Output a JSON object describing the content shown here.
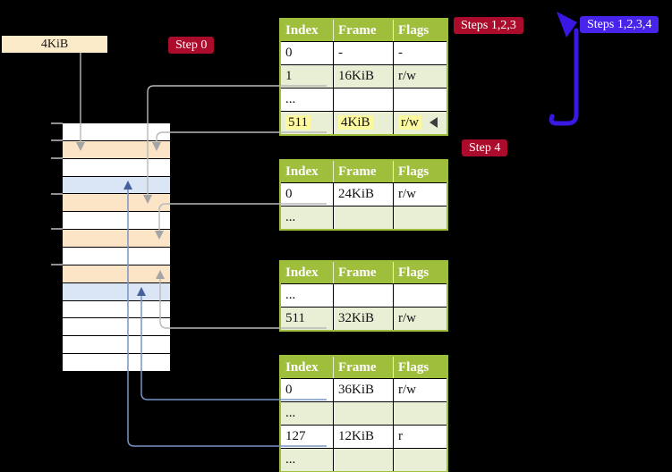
{
  "title": "Page table translation diagram",
  "page_size_label": "4KiB",
  "step_labels": {
    "step0": "Step 0",
    "steps123": "Steps 1,2,3",
    "steps1234": "Steps 1,2,3,4",
    "step4": "Step 4"
  },
  "colors": {
    "background": "#000000",
    "table_header_green": "#9fbe3b",
    "table_row_green": "#e9efd5",
    "highlight_yellow": "#fdf99e",
    "memory_frame_orange": "#fce4c7",
    "memory_frame_blue": "#dae5f5",
    "red_label_bg": "#ab0c2b",
    "blue_label_bg": "#4823e9",
    "loop_arrow_blue": "#3a17e3",
    "gray_connector": "#b9b9b9",
    "blue_connector": "#7796c5",
    "page_size_label_bg": "#fcebc9"
  },
  "memory": {
    "rows": [
      "white",
      "orange",
      "white",
      "blue",
      "orange",
      "white",
      "orange",
      "white",
      "orange",
      "blue",
      "white",
      "white",
      "white",
      "white"
    ]
  },
  "tables": [
    {
      "headers": [
        "Index",
        "Frame",
        "Flags"
      ],
      "rows": [
        {
          "cells": [
            "0",
            "-",
            "-"
          ]
        },
        {
          "cells": [
            "1",
            "16KiB",
            "r/w"
          ]
        },
        {
          "cells": [
            "...",
            "",
            ""
          ]
        },
        {
          "cells": [
            "511",
            "4KiB",
            "r/w"
          ],
          "highlight": true
        }
      ]
    },
    {
      "headers": [
        "Index",
        "Frame",
        "Flags"
      ],
      "rows": [
        {
          "cells": [
            "0",
            "24KiB",
            "r/w"
          ]
        },
        {
          "cells": [
            "...",
            "",
            ""
          ]
        }
      ]
    },
    {
      "headers": [
        "Index",
        "Frame",
        "Flags"
      ],
      "rows": [
        {
          "cells": [
            "...",
            "",
            ""
          ]
        },
        {
          "cells": [
            "511",
            "32KiB",
            "r/w"
          ]
        }
      ]
    },
    {
      "headers": [
        "Index",
        "Frame",
        "Flags"
      ],
      "rows": [
        {
          "cells": [
            "0",
            "36KiB",
            "r/w"
          ]
        },
        {
          "cells": [
            "...",
            "",
            ""
          ]
        },
        {
          "cells": [
            "127",
            "12KiB",
            "r"
          ]
        },
        {
          "cells": [
            "...",
            "",
            ""
          ]
        }
      ]
    }
  ]
}
